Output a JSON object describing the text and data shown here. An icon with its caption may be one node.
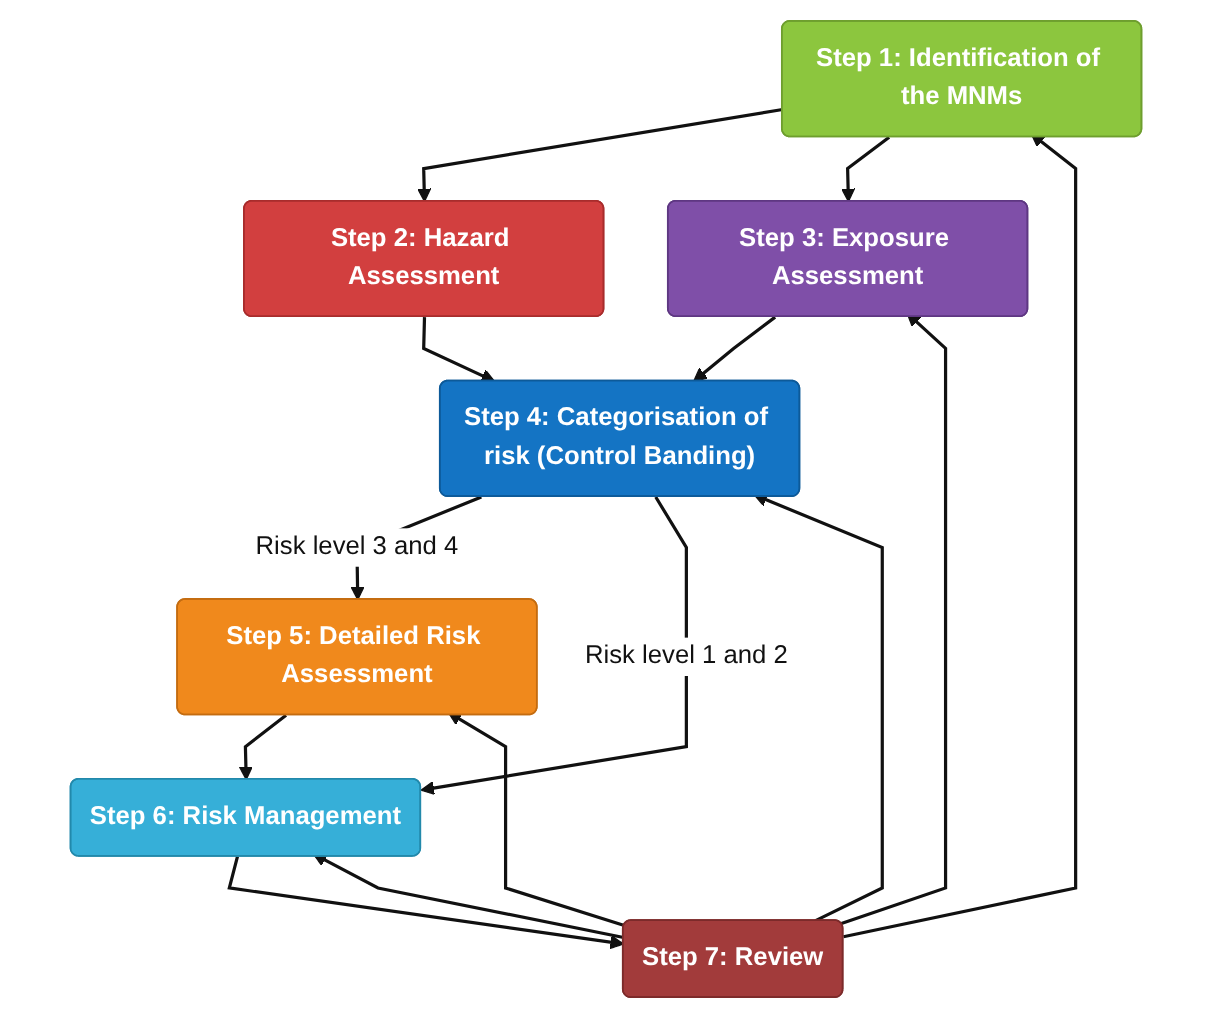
{
  "diagram": {
    "nodes": [
      {
        "text": [
          "Step 1: Identification of the MNMs"
        ]
      },
      {
        "text": [
          "Step 2: Hazard Assessment"
        ]
      },
      {
        "text": [
          "Step 3: Exposure Assessment"
        ]
      },
      {
        "text": [
          "Step 4: Categorisation of risk (Control Banding)"
        ]
      },
      {
        "text": [
          "Step 5: Detailed Risk Assessment"
        ]
      },
      {
        "text": [
          "Step 6: Risk Management"
        ]
      },
      {
        "text": [
          "Step 7: Review"
        ]
      }
    ],
    "edges": [
      {
        "from": 0,
        "to": 1,
        "arrow": "to"
      },
      {
        "from": 0,
        "to": 2,
        "arrow": "to"
      },
      {
        "from": 1,
        "to": 3,
        "arrow": "to"
      },
      {
        "from": 2,
        "to": 3,
        "arrow": "to"
      },
      {
        "from": 3,
        "to": 4,
        "arrow": "to",
        "label": "Risk level 3 and 4"
      },
      {
        "from": 3,
        "to": 5,
        "arrow": "to",
        "label": "Risk level 1 and 2"
      },
      {
        "from": 4,
        "to": 5,
        "arrow": "to"
      },
      {
        "from": 5,
        "to": 6,
        "arrow": "to"
      },
      {
        "from": 6,
        "to": 0,
        "arrow": "to"
      },
      {
        "from": 6,
        "to": 2,
        "arrow": "to"
      },
      {
        "from": 6,
        "to": 3,
        "arrow": "to"
      },
      {
        "from": 6,
        "to": 4,
        "arrow": "to"
      },
      {
        "from": 6,
        "to": 5,
        "arrow": "to"
      }
    ]
  }
}
